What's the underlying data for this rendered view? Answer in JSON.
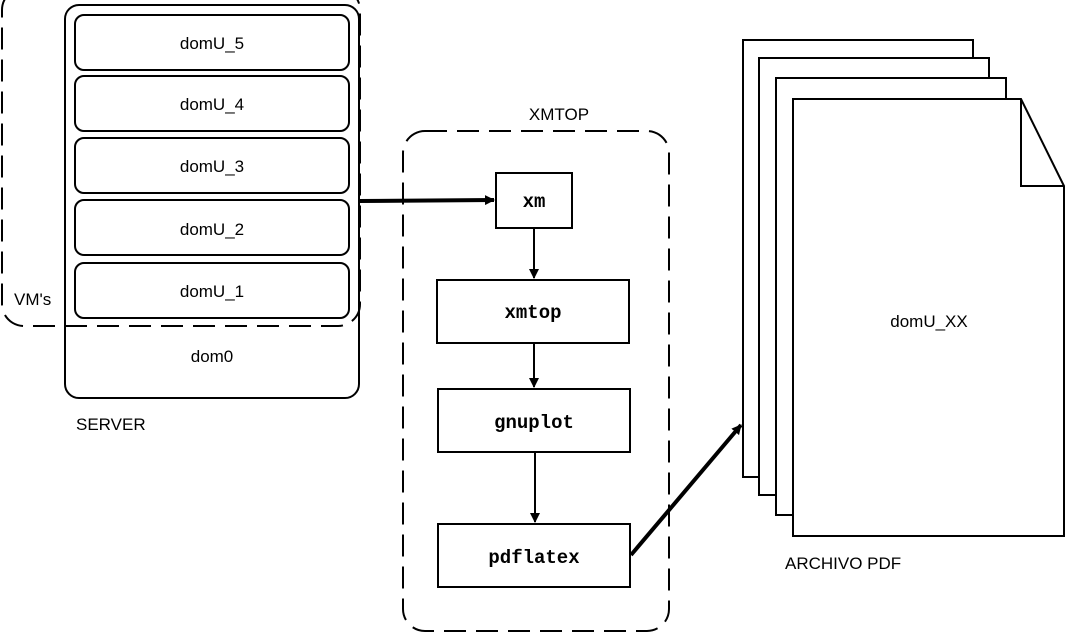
{
  "vms_group": {
    "label": "VM's",
    "domains": [
      "domU_5",
      "domU_4",
      "domU_3",
      "domU_2",
      "domU_1"
    ]
  },
  "server": {
    "label": "SERVER",
    "host": "dom0"
  },
  "xmtop": {
    "label": "XMTOP",
    "steps": [
      "xm",
      "xmtop",
      "gnuplot",
      "pdflatex"
    ]
  },
  "archive": {
    "label": "ARCHIVO PDF",
    "document": "domU_XX"
  },
  "colors": {
    "stroke": "#000000",
    "background": "#ffffff"
  }
}
